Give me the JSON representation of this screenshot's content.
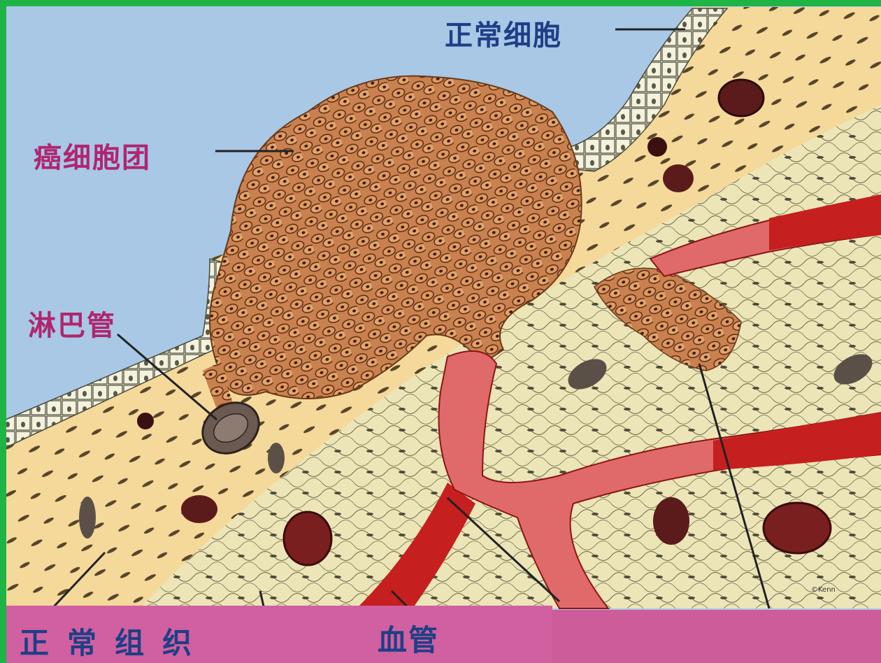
{
  "labels": {
    "normal_cells": "正常细胞",
    "cancer_cell_mass": "癌细胞团",
    "lymphatic_vessel": "淋巴管",
    "normal_tissue": "正常组织",
    "blood_vessel": "血管"
  },
  "credit": "©Kenn",
  "colors": {
    "frame_green": "#1fb446",
    "lumen_blue": "#a8c8e6",
    "tissue_beige": "#f5d99a",
    "stroma_green": "#e8e2b6",
    "cancer_orange": "#c57a48",
    "vessel_red": "#c61f1f",
    "vessel_pink": "#e06a6a",
    "footer_magenta": "#cc5c9a",
    "label_blue": "#1e3f86",
    "label_magenta": "#b0266e"
  }
}
